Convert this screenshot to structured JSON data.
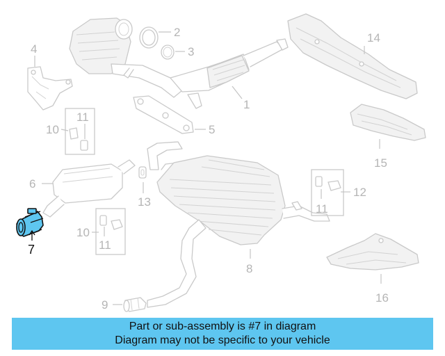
{
  "diagram": {
    "labels": {
      "p1": "1",
      "p2": "2",
      "p3": "3",
      "p4": "4",
      "p5": "5",
      "p6": "6",
      "p7": "7",
      "p8": "8",
      "p9": "9",
      "p10a": "10",
      "p10b": "10",
      "p11a": "11",
      "p11b": "11",
      "p11c": "11",
      "p12": "12",
      "p13": "13",
      "p14": "14",
      "p15": "15",
      "p16": "16"
    },
    "highlighted_part": "7",
    "highlight_color": "#5ec6f0"
  },
  "banner": {
    "line1": "Part or sub-assembly is #7 in diagram",
    "line2": "Diagram may not be specific to your vehicle",
    "color": "#5ec6f0"
  }
}
